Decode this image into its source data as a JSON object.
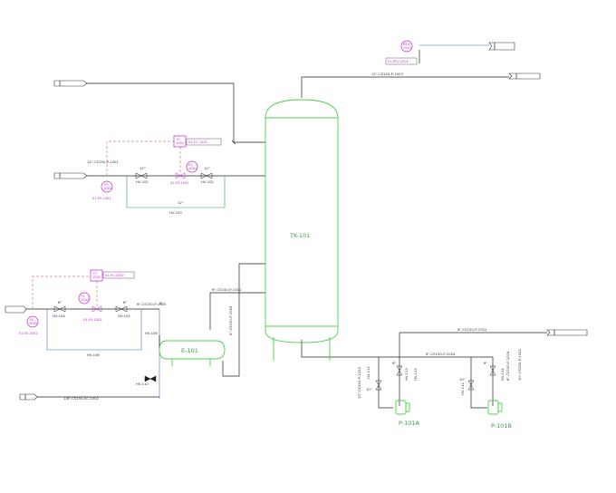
{
  "equipment": {
    "tank": "TK-101",
    "exchanger": "E-101",
    "pump_a": "P-101A",
    "pump_b": "P-101B"
  },
  "instruments": {
    "prv": {
      "top": "PSV",
      "bottom": "1001"
    },
    "fv": {
      "top": "FV",
      "bottom": "1001"
    },
    "ft": {
      "top": "FE",
      "bottom": "1001"
    },
    "fc": {
      "top": "FC",
      "bottom": "1001"
    },
    "fv2": {
      "top": "FV",
      "bottom": "1002"
    },
    "ft2": {
      "top": "FE",
      "bottom": "1002"
    },
    "fc2": {
      "top": "FC",
      "bottom": "1002"
    }
  },
  "line_labels": {
    "vent": "12\"-CS150-P-1003",
    "feed": "12\"-CS150-P-1001",
    "tank_in": "6\"-CS150-P-1011",
    "ex_to_tank": "6\"-CS150-P-1009",
    "ex_in": "6\"-CS150-P-1005",
    "drain": "1/8\"-CS150-SC-1002",
    "pump_out": "6\"-CS150-P-1012",
    "pump_a_suction": "10\"-CS150-P-1024",
    "pump_b_suction": "10\"-CS150-P-1024",
    "pump_a_discharge": "6\"-CS150-P-1024",
    "pump_b_discharge": "6\"-CS150-P-1024"
  },
  "tags": {
    "psv_tag": "01-PSV-1002",
    "fe_tag": "01-FE-1001",
    "fv_tag": "01-FV-1001",
    "fc_tag": "01-FC-1001",
    "fe2_tag": "01-FE-1002",
    "fv2_tag": "01-FV-1002",
    "fc2_tag": "01-FC-1002"
  },
  "sizes": {
    "s12a": "12\"",
    "s12b": "12\"",
    "s12c": "12\"",
    "s6a": "6\"",
    "s6b": "6\"",
    "s10a": "10\"",
    "s10b": "10\"",
    "s8a": "8\"",
    "s8b": "8\"",
    "s8c": "8\""
  },
  "valves": {
    "hv101": "HV-101",
    "hv102": "HV-102",
    "hv103": "HV-103",
    "hv104": "HV-104",
    "hv105": "HV-105",
    "hv106": "HV-106",
    "hv110": "HV-110",
    "hv111": "HV-111",
    "hv112": "HV-112",
    "hv113": "HV-113",
    "hv114": "HV-114",
    "hv115": "HV-115"
  },
  "colors": {
    "pipe": "#222222",
    "equipment": "#4ccf4c",
    "instrument": "#c026d3",
    "signal": "#e07a8a",
    "water": "#3b6fd6"
  }
}
